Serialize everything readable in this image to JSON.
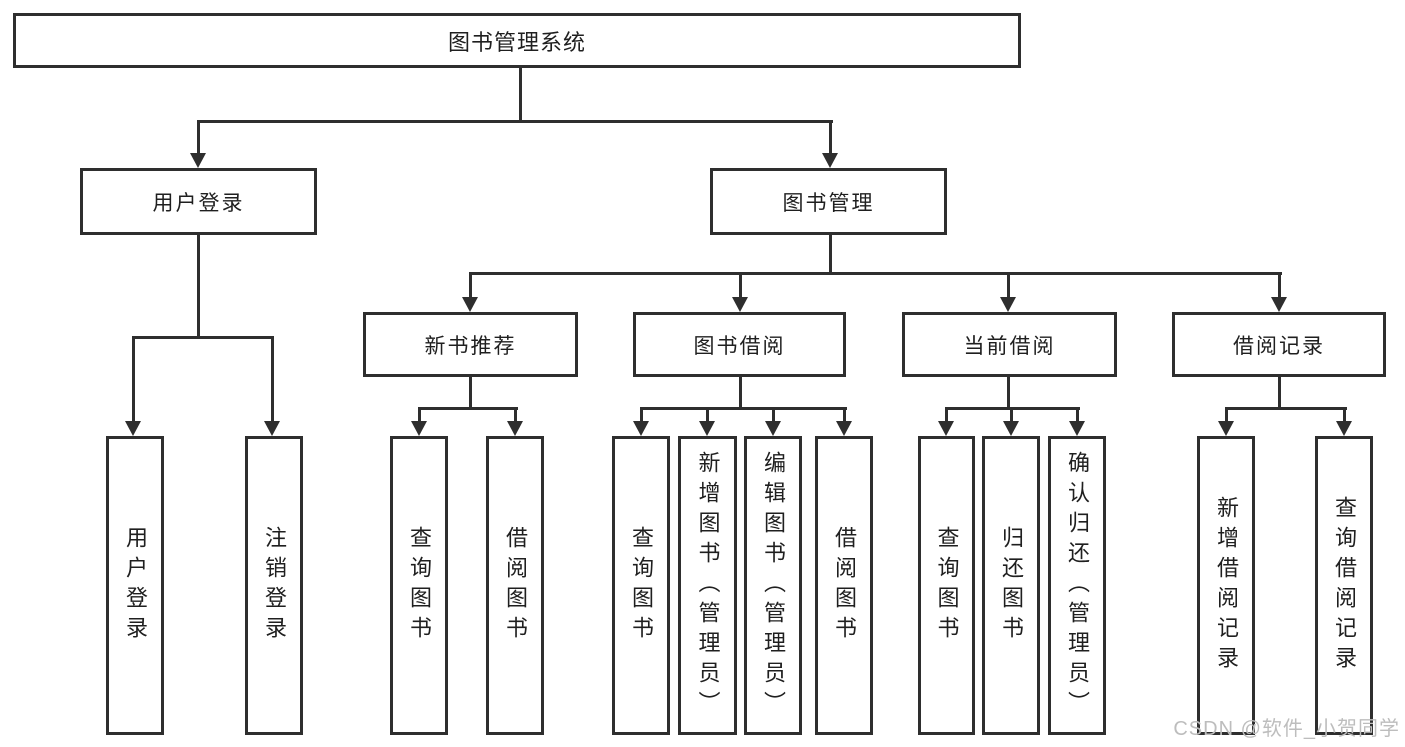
{
  "nodes": {
    "root": "图书管理系统",
    "user_login": "用户登录",
    "book_management": "图书管理",
    "new_book_recommend": "新书推荐",
    "book_borrowing": "图书借阅",
    "current_borrowing": "当前借阅",
    "borrow_records": "借阅记录",
    "user_login_leaf": "用户登录",
    "logout": "注销登录",
    "query_books_1": "查询图书",
    "borrow_books_1": "借阅图书",
    "query_books_2": "查询图书",
    "add_books_admin": "新增图书（管理员）",
    "edit_books_admin": "编辑图书（管理员）",
    "borrow_books_2": "借阅图书",
    "query_books_3": "查询图书",
    "return_books": "归还图书",
    "confirm_return_admin": "确认归还（管理员）",
    "add_borrow_record": "新增借阅记录",
    "query_borrow_record": "查询借阅记录"
  },
  "colors": {
    "line": "#2e2e2e",
    "background": "#ffffff",
    "text": "#1f1f1f",
    "watermark": "#bdbdbd"
  },
  "watermark": "CSDN @软件_小贺同学"
}
